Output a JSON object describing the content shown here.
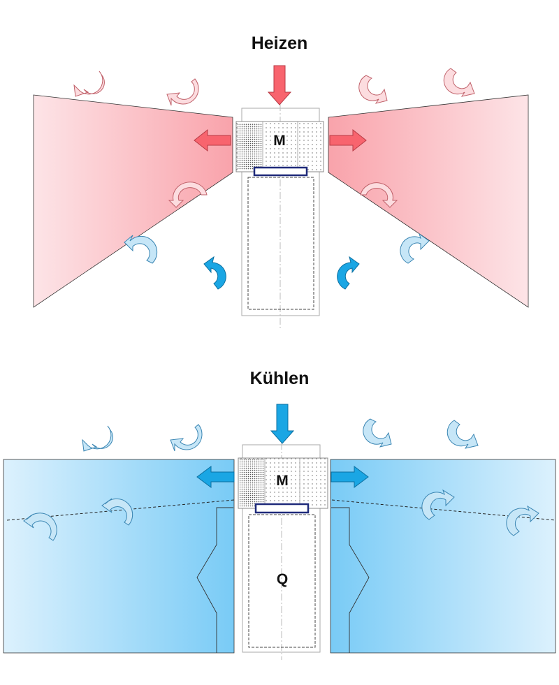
{
  "heating": {
    "title": "Heizen",
    "unit_label": "M",
    "colors": {
      "warm": "#f8646e",
      "warm_light": "#fcdcdf",
      "cool": "#1aa6e4",
      "cool_light": "#c6e6f7"
    }
  },
  "cooling": {
    "title": "Kühlen",
    "unit_label": "M",
    "inner_label": "Q",
    "colors": {
      "cool": "#1aa6e4",
      "cool_gradient_start": "#d8effc",
      "cool_gradient_end": "#7dcdf7",
      "cool_light": "#c6e6f7"
    }
  }
}
